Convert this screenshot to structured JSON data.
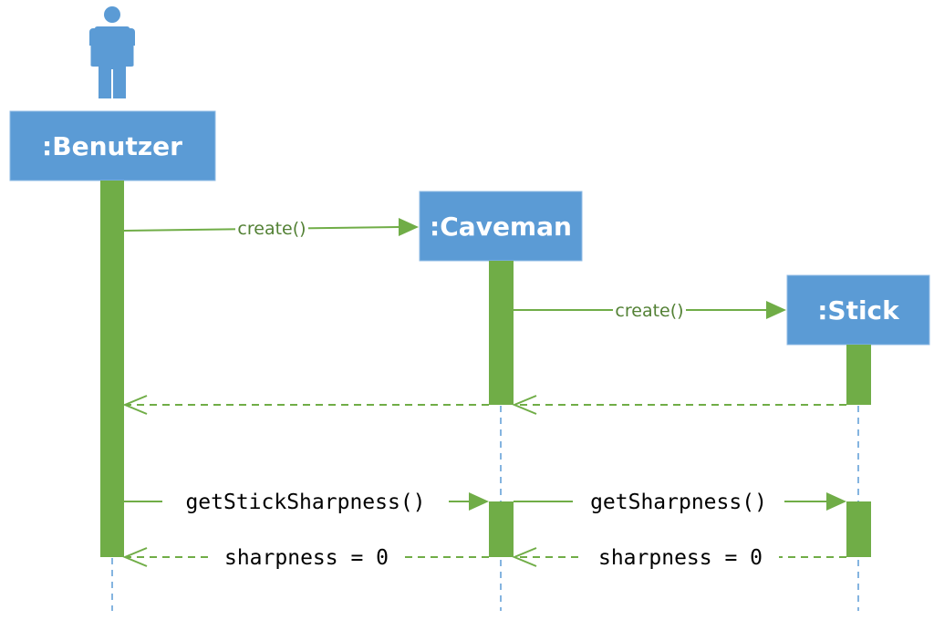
{
  "participants": [
    {
      "id": "benutzer",
      "label": ":Benutzer",
      "kind": "actor"
    },
    {
      "id": "caveman",
      "label": ":Caveman",
      "kind": "object"
    },
    {
      "id": "stick",
      "label": ":Stick",
      "kind": "object"
    }
  ],
  "messages": [
    {
      "id": "create-caveman",
      "label": "create()",
      "from": "benutzer",
      "to": "caveman",
      "type": "create"
    },
    {
      "id": "create-stick",
      "label": "create()",
      "from": "caveman",
      "to": "stick",
      "type": "create"
    },
    {
      "id": "return-stick-to-caveman",
      "label": "",
      "from": "stick",
      "to": "caveman",
      "type": "return"
    },
    {
      "id": "return-caveman-to-benutzer",
      "label": "",
      "from": "caveman",
      "to": "benutzer",
      "type": "return"
    },
    {
      "id": "get-stick-sharpness",
      "label": "getStickSharpness()",
      "from": "benutzer",
      "to": "caveman",
      "type": "sync"
    },
    {
      "id": "get-sharpness",
      "label": "getSharpness()",
      "from": "caveman",
      "to": "stick",
      "type": "sync"
    },
    {
      "id": "return-sharpness-stick",
      "label": "sharpness = 0",
      "from": "stick",
      "to": "caveman",
      "type": "return"
    },
    {
      "id": "return-sharpness-caveman",
      "label": "sharpness = 0",
      "from": "caveman",
      "to": "benutzer",
      "type": "return"
    }
  ],
  "colors": {
    "object_box": "#5b9bd5",
    "activation_bar": "#70ad47",
    "message_line": "#70ad47",
    "create_label_text": "#538135",
    "lifeline": "#5b9bd5",
    "object_label_text": "#ffffff"
  }
}
